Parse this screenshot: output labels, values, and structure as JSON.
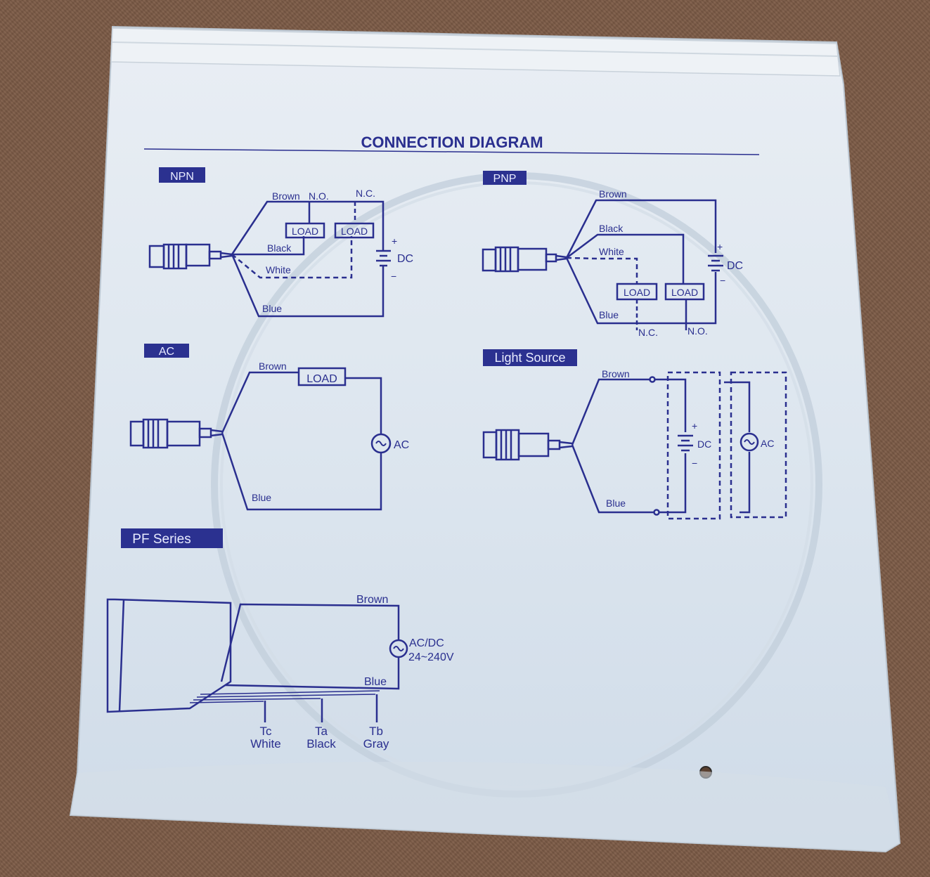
{
  "title": "CONNECTION DIAGRAM",
  "colors": {
    "ink": "#2a2f8f",
    "bag": "#dfe8f1",
    "label_bg": "#2b3190",
    "label_text": "#e8ecff"
  },
  "sections": {
    "npn": {
      "label": "NPN",
      "wires": {
        "brown": "Brown",
        "black": "Black",
        "white": "White",
        "blue": "Blue"
      },
      "no": "N.O.",
      "nc": "N.C.",
      "load1": "LOAD",
      "load2": "LOAD",
      "plus": "+",
      "minus": "−",
      "supply": "DC"
    },
    "pnp": {
      "label": "PNP",
      "wires": {
        "brown": "Brown",
        "black": "Black",
        "white": "White",
        "blue": "Blue"
      },
      "no": "N.O.",
      "nc": "N.C.",
      "load1": "LOAD",
      "load2": "LOAD",
      "plus": "+",
      "minus": "−",
      "supply": "DC"
    },
    "ac": {
      "label": "AC",
      "wires": {
        "brown": "Brown",
        "blue": "Blue"
      },
      "load": "LOAD",
      "supply": "AC"
    },
    "light": {
      "label": "Light Source",
      "wires": {
        "brown": "Brown",
        "blue": "Blue"
      },
      "plus": "+",
      "minus": "−",
      "dc": "DC",
      "ac": "AC"
    },
    "pf": {
      "label": "PF Series",
      "wires": {
        "brown": "Brown",
        "blue": "Blue"
      },
      "supply_line1": "AC/DC",
      "supply_line2": "24~240V",
      "terminals": [
        {
          "code": "Tc",
          "color": "White"
        },
        {
          "code": "Ta",
          "color": "Black"
        },
        {
          "code": "Tb",
          "color": "Gray"
        }
      ]
    }
  }
}
